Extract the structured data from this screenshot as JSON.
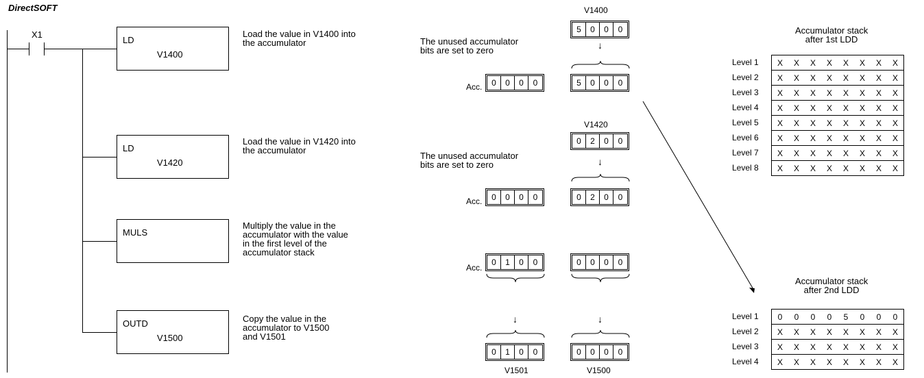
{
  "app_title": "DirectSOFT",
  "contact": "X1",
  "instructions": [
    {
      "op": "LD",
      "arg": "V1400",
      "desc": "Load the value in V1400 into\nthe accumulator"
    },
    {
      "op": "LD",
      "arg": "V1420",
      "desc": "Load the value in V1420 into\nthe accumulator"
    },
    {
      "op": "MULS",
      "arg": "",
      "desc": "Multiply the value in the\naccumulator with the value\nin the first level of the\naccumulator stack"
    },
    {
      "op": "OUTD",
      "arg": "V1500",
      "desc": "Copy the value in the\naccumulator to V1500\nand V1501"
    }
  ],
  "step1": {
    "source_label": "V1400",
    "source": [
      "5",
      "0",
      "0",
      "0"
    ],
    "note": "The unused accumulator\nbits are set to zero",
    "acc_label": "Acc.",
    "acc_hi": [
      "0",
      "0",
      "0",
      "0"
    ],
    "acc_lo": [
      "5",
      "0",
      "0",
      "0"
    ]
  },
  "step2": {
    "source_label": "V1420",
    "source": [
      "0",
      "2",
      "0",
      "0"
    ],
    "note": "The unused accumulator\nbits are set to zero",
    "acc_label": "Acc.",
    "acc_hi": [
      "0",
      "0",
      "0",
      "0"
    ],
    "acc_lo": [
      "0",
      "2",
      "0",
      "0"
    ]
  },
  "step3": {
    "acc_label": "Acc.",
    "acc_hi": [
      "0",
      "1",
      "0",
      "0"
    ],
    "acc_lo": [
      "0",
      "0",
      "0",
      "0"
    ],
    "out_hi": [
      "0",
      "1",
      "0",
      "0"
    ],
    "out_lo": [
      "0",
      "0",
      "0",
      "0"
    ],
    "out_hi_label": "V1501",
    "out_lo_label": "V1500"
  },
  "stack1": {
    "title": "Accumulator stack\nafter 1st LDD",
    "levels": [
      "Level 1",
      "Level 2",
      "Level 3",
      "Level 4",
      "Level 5",
      "Level 6",
      "Level 7",
      "Level 8"
    ],
    "rows": [
      [
        "X",
        "X",
        "X",
        "X",
        "X",
        "X",
        "X",
        "X"
      ],
      [
        "X",
        "X",
        "X",
        "X",
        "X",
        "X",
        "X",
        "X"
      ],
      [
        "X",
        "X",
        "X",
        "X",
        "X",
        "X",
        "X",
        "X"
      ],
      [
        "X",
        "X",
        "X",
        "X",
        "X",
        "X",
        "X",
        "X"
      ],
      [
        "X",
        "X",
        "X",
        "X",
        "X",
        "X",
        "X",
        "X"
      ],
      [
        "X",
        "X",
        "X",
        "X",
        "X",
        "X",
        "X",
        "X"
      ],
      [
        "X",
        "X",
        "X",
        "X",
        "X",
        "X",
        "X",
        "X"
      ],
      [
        "X",
        "X",
        "X",
        "X",
        "X",
        "X",
        "X",
        "X"
      ]
    ]
  },
  "stack2": {
    "title": "Accumulator stack\nafter 2nd LDD",
    "levels": [
      "Level 1",
      "Level 2",
      "Level 3",
      "Level 4"
    ],
    "rows": [
      [
        "0",
        "0",
        "0",
        "0",
        "5",
        "0",
        "0",
        "0"
      ],
      [
        "X",
        "X",
        "X",
        "X",
        "X",
        "X",
        "X",
        "X"
      ],
      [
        "X",
        "X",
        "X",
        "X",
        "X",
        "X",
        "X",
        "X"
      ],
      [
        "X",
        "X",
        "X",
        "X",
        "X",
        "X",
        "X",
        "X"
      ]
    ]
  }
}
